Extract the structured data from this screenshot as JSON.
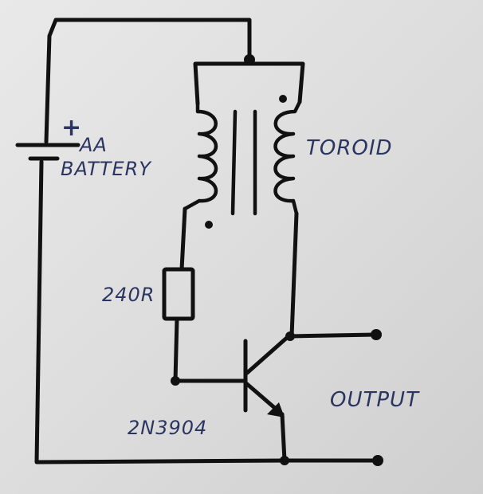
{
  "diagram": {
    "labels": {
      "battery_plus": "+",
      "battery_line1": "AA",
      "battery_line2": "BATTERY",
      "toroid": "TOROID",
      "resistor": "240R",
      "transistor": "2N3904",
      "output": "OUTPUT"
    },
    "colors": {
      "ink": "#111111",
      "label_ink": "#2c3560",
      "paper": "#e0e0e0"
    }
  }
}
